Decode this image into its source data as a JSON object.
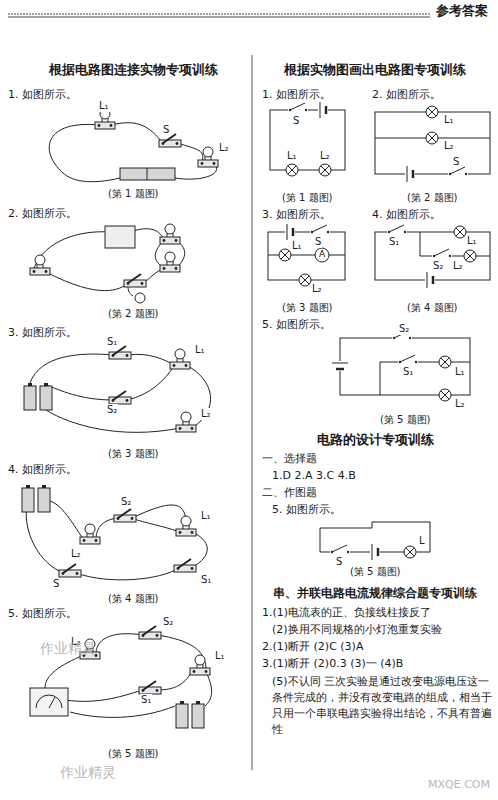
{
  "diagram": {
    "title": "参考答案",
    "labels": [
      "根据电路图连接实物专项训练",
      "1. 如图所示。",
      "L₁",
      "S",
      "L₂",
      "(第 1 题图)",
      "2. 如图所示。",
      "(第 2 题图)",
      "3. 如图所示。",
      "S₁",
      "S₂",
      "L₁",
      "L₂",
      "(第 3 题图)",
      "4. 如图所示。",
      "S₂",
      "L₂",
      "L₁",
      "S",
      "S₁",
      "(第 4 题图)",
      "5. 如图所示。",
      "S₂",
      "L₂",
      "S₁",
      "L₁",
      "(第 5 题图)",
      "作业精灵",
      "作业精灵",
      "根据实物图画出电路图专项训练",
      "1. 如图所示。",
      "2. 如图所示。",
      "S",
      "L₁",
      "L₂",
      "L₁",
      "L₂",
      "S",
      "(第 1 题图)",
      "(第 2 题图)",
      "3. 如图所示。",
      "4. 如图所示。",
      "S",
      "L₁",
      "A",
      "L₂",
      "S₁",
      "L₁",
      "S₂",
      "L₂",
      "(第 3 题图)",
      "(第 4 题图)",
      "5. 如图所示。",
      "S₂",
      "S₁",
      "L₁",
      "L₂",
      "(第 5 题图)",
      "电路的设计专项训练",
      "一、选择题",
      "1.D  2.A  3.C  4.B",
      "二、作图题",
      "5. 如图所示。",
      "S",
      "L",
      "(第 5 题图)",
      "串、并联电路电流规律综合题专项训练",
      "1.(1)电流表的正、负接线柱接反了",
      "(2)换用不同规格的小灯泡重复实验",
      "2.(1)断开  (2)C  (3)A",
      "3.(1)断开  (2)0.3  (3)一  (4)B",
      "(5)不认同  三次实验是通过改变电源电压这一条件完成的，并没有改变电路的组成，相当于只用一个串联电路实验得出结论，不具有普遍性",
      "MXQE.COM"
    ]
  }
}
